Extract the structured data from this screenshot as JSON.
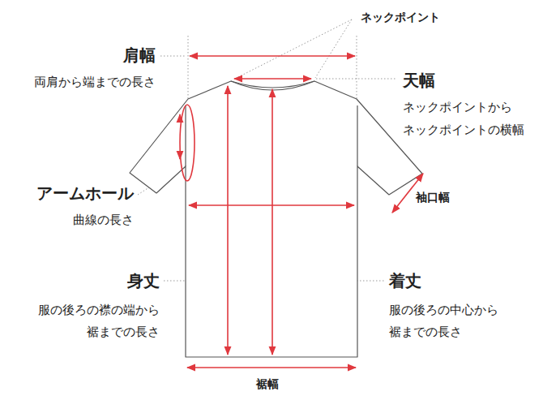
{
  "diagram": {
    "labels": [
      "ネックポイント",
      "肩幅",
      "両肩から端までの長さ",
      "天幅",
      "ネックポイントから ネックポイントの横幅",
      "袖口幅",
      "アームホール",
      "曲線の長さ",
      "身丈",
      "服の後ろの襟の端から 裾までの長さ",
      "着丈",
      "服の後ろの中心から 裾までの長さ",
      "裾幅"
    ]
  }
}
